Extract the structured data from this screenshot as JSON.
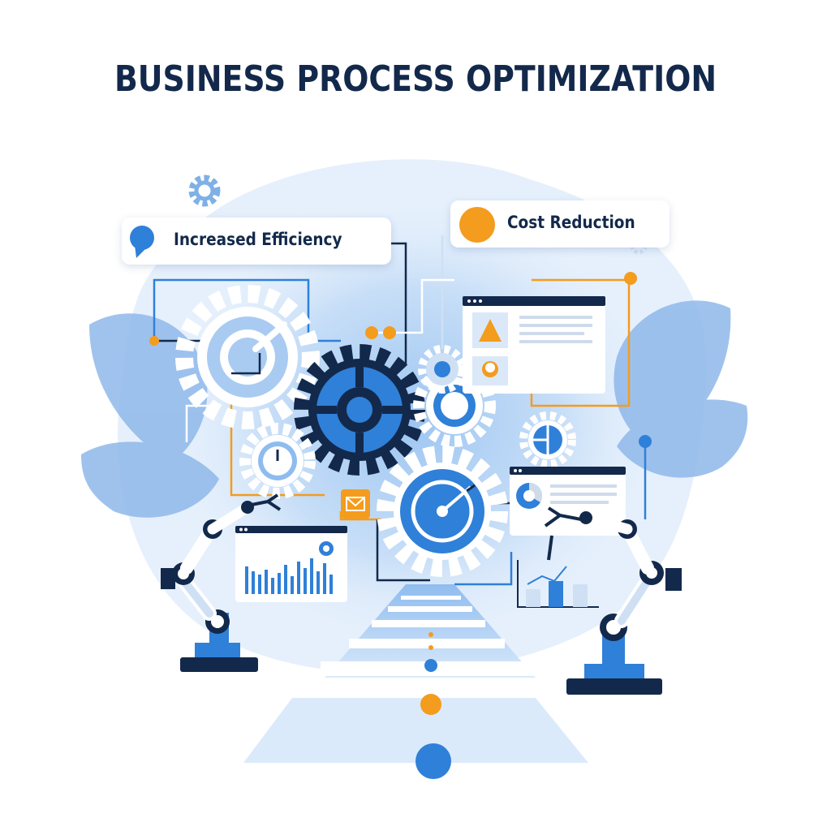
{
  "title": "BUSINESS PROCESS OPTIMIZATION",
  "callouts": {
    "efficiency": {
      "label": "Increased Efficiency",
      "icon": "speech-bubble-icon"
    },
    "cost": {
      "label": "Cost Reduction",
      "icon": "orange-dot-icon"
    }
  },
  "colors": {
    "navy": "#13294b",
    "blue": "#2f80d8",
    "light_blue": "#bcd8f6",
    "orange": "#f39c1d"
  },
  "icons": [
    "gear-icon",
    "robotic-arm-icon",
    "dashboard-window-icon",
    "bar-chart-icon",
    "pie-chart-icon",
    "mail-icon",
    "leaf-icon",
    "conveyor-road-icon"
  ]
}
